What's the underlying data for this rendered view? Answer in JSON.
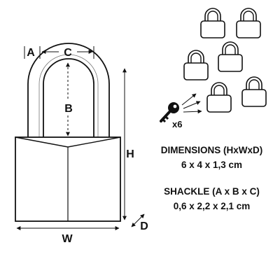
{
  "diagram": {
    "labels": {
      "a": "A",
      "b": "B",
      "c": "C",
      "h": "H",
      "w": "W",
      "d": "D"
    },
    "key_count": "x6",
    "lock_count": 6
  },
  "specs": {
    "dimensions_heading": "DIMENSIONS (HxWxD)",
    "dimensions_value": "6 x 4 x 1,3 cm",
    "shackle_heading": "SHACKLE (A x B x C)",
    "shackle_value": "0,6 x 2,2 x 2,1 cm"
  }
}
